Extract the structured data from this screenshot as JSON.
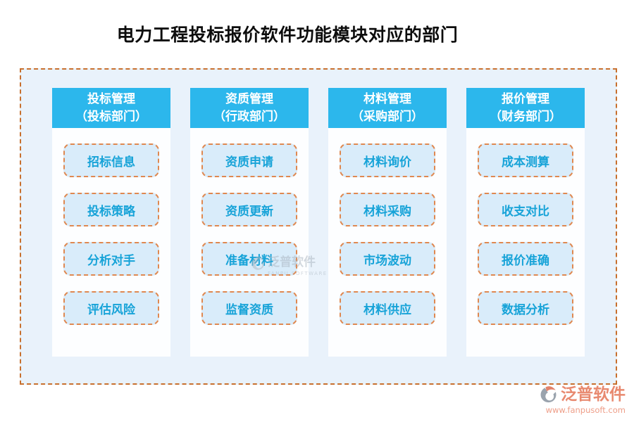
{
  "page_title": "电力工程投标报价软件功能模块对应的部门",
  "columns": [
    {
      "module": "投标管理",
      "department": "（投标部门）",
      "items": [
        "招标信息",
        "投标策略",
        "分析对手",
        "评估风险"
      ]
    },
    {
      "module": "资质管理",
      "department": "（行政部门）",
      "items": [
        "资质申请",
        "资质更新",
        "准备材料",
        "监督资质"
      ]
    },
    {
      "module": "材料管理",
      "department": "（采购部门）",
      "items": [
        "材料询价",
        "材料采购",
        "市场波动",
        "材料供应"
      ]
    },
    {
      "module": "报价管理",
      "department": "（财务部门）",
      "items": [
        "成本测算",
        "收支对比",
        "报价准确",
        "数据分析"
      ]
    }
  ],
  "center_watermark": {
    "brand": "泛普软件",
    "subbrand": "FANPU SOFTWARE"
  },
  "footer": {
    "brand": "泛普软件",
    "website": "www.fanpusoft.com"
  },
  "colors": {
    "header_bg": "#2cb7ec",
    "board_bg": "#e9f2fb",
    "board_border": "#c8702e",
    "button_bg": "#d9ecfa",
    "button_border": "#df8850",
    "button_text": "#17a3d8",
    "footer_brand": "#e8896f"
  }
}
